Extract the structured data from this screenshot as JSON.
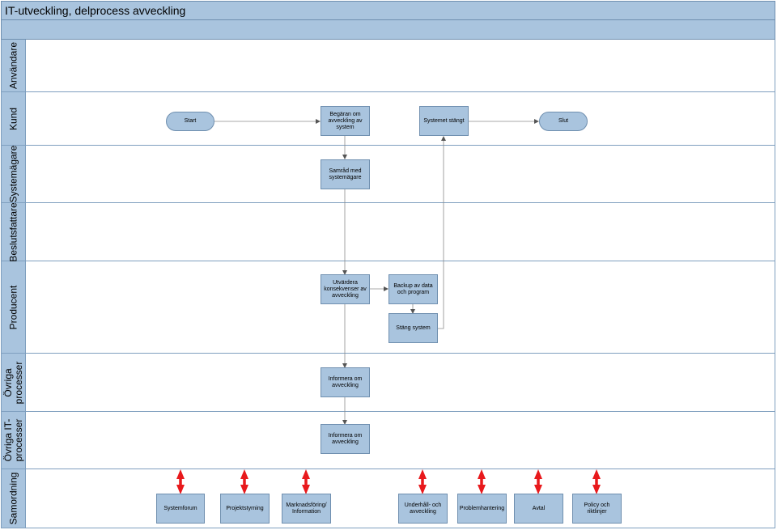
{
  "title": "IT-utveckling, delprocess avveckling",
  "lanes": [
    {
      "id": "anvandare",
      "label": "Användare"
    },
    {
      "id": "kund",
      "label": "Kund"
    },
    {
      "id": "systemagare",
      "label": "Systemägare"
    },
    {
      "id": "beslutsfattare",
      "label": "Beslutsfattare"
    },
    {
      "id": "producent",
      "label": "Producent"
    },
    {
      "id": "ovriga",
      "label": "Övriga\nprocesser"
    },
    {
      "id": "ovriga-it",
      "label": "Övriga IT-\nprocesser"
    },
    {
      "id": "samordning",
      "label": "Samordning"
    }
  ],
  "nodes": {
    "start": "Start",
    "begaran": "Begäran om avveckling av system",
    "systemet_stangt": "Systemet stängt",
    "slut": "Slut",
    "samrad": "Samråd med systemägare",
    "utvardera": "Utvärdera konsekvenser av avveckling",
    "backup": "Backup av data och program",
    "stang": "Stäng system",
    "informera1": "Informera om avveckling",
    "informera2": "Informera om avveckling",
    "systemforum": "Systemforum",
    "projektstyrning": "Projektstyrning",
    "marknadsforing": "Marknadsföring/ Information",
    "underhall": "Underhåll- och avveckling",
    "problemhantering": "Problemhantering",
    "avtal": "Avtal",
    "policy": "Policy och riktlinjer"
  },
  "colors": {
    "lane_header": "#a9c4de",
    "node_fill": "#a9c4de",
    "connector": "#8c8c8c",
    "sync_arrow": "#e8191c"
  }
}
